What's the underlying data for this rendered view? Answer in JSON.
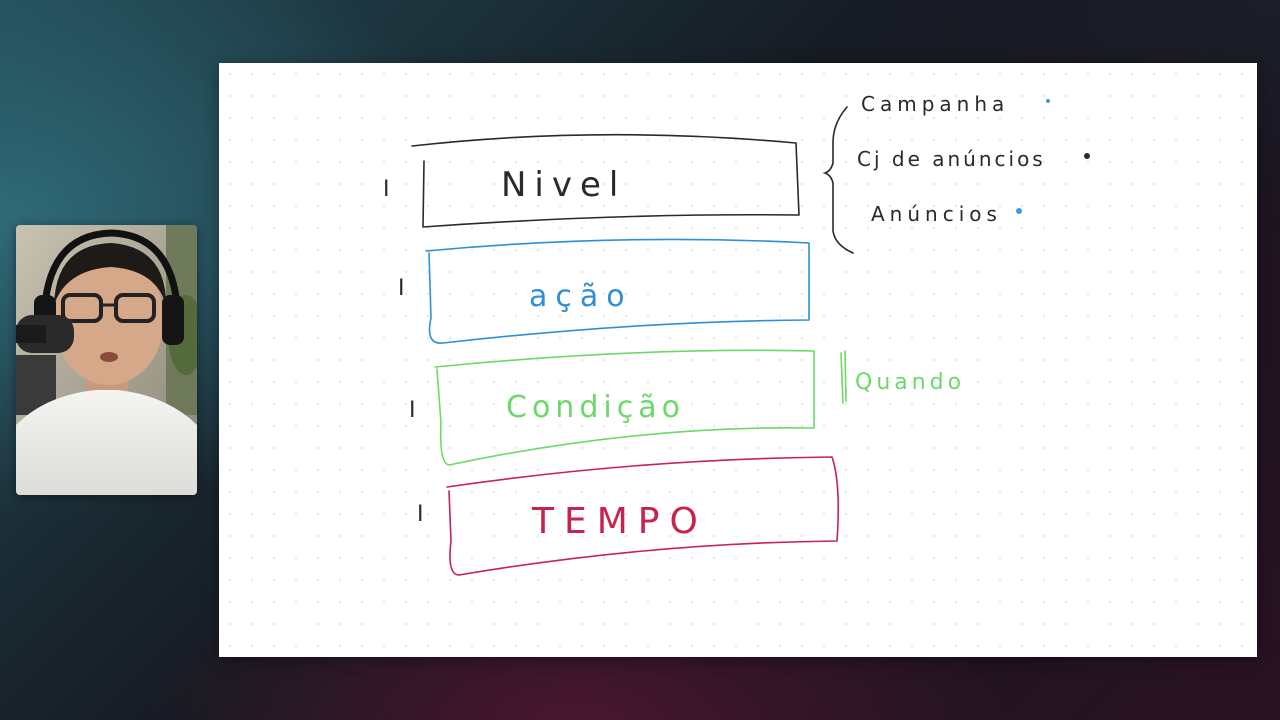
{
  "webcam": {
    "present": true,
    "icon": "presenter-video-feed"
  },
  "whiteboard": {
    "icon": "whiteboard-canvas",
    "boxes": [
      {
        "id": "nivel",
        "label": "Nivel",
        "marker": "I",
        "color": "#2a2a2a"
      },
      {
        "id": "acao",
        "label": "ação",
        "marker": "I",
        "color": "#2f8fd6"
      },
      {
        "id": "condicao",
        "label": "Condição",
        "marker": "I",
        "color": "#6dd86a"
      },
      {
        "id": "tempo",
        "label": "TEMPO",
        "marker": "I",
        "color": "#c8234d"
      }
    ],
    "list": {
      "color": "#2a2a2a",
      "items": [
        {
          "text": "Campanha",
          "dot_color": "#3a9be0"
        },
        {
          "text": "Cj de anúncios",
          "dot_color": "#2a2a2a"
        },
        {
          "text": "Anúncios",
          "dot_color": "#3a9be0"
        }
      ]
    },
    "quando": {
      "text": "Quando",
      "color": "#6dd86a"
    }
  }
}
